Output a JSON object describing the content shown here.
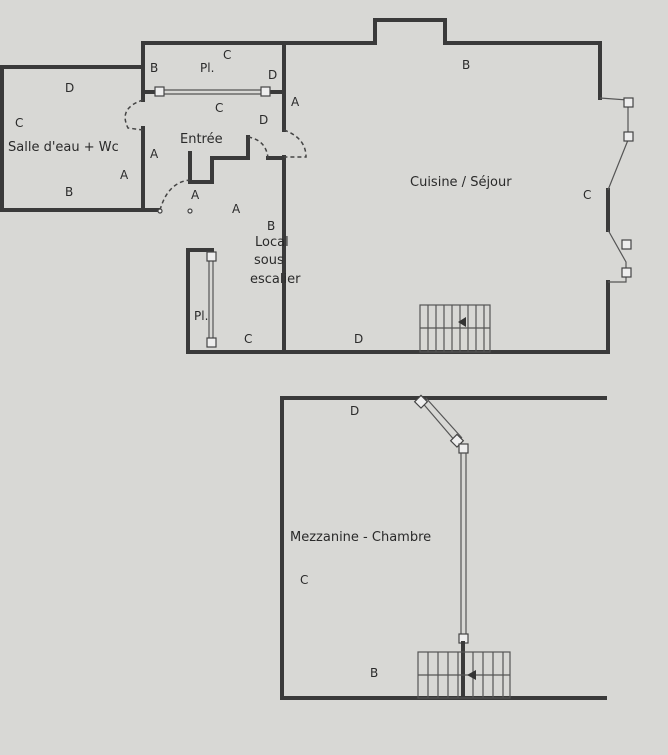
{
  "rooms": {
    "salle_eau": "Salle d'eau + Wc",
    "entree": "Entrée",
    "local_line1": "Local",
    "local_line2": "sous",
    "local_line3": "escalier",
    "cuisine": "Cuisine / Séjour",
    "mezzanine": "Mezzanine - Chambre",
    "placard": "Pl."
  },
  "wall_labels": {
    "A": "A",
    "B": "B",
    "C": "C",
    "D": "D"
  }
}
